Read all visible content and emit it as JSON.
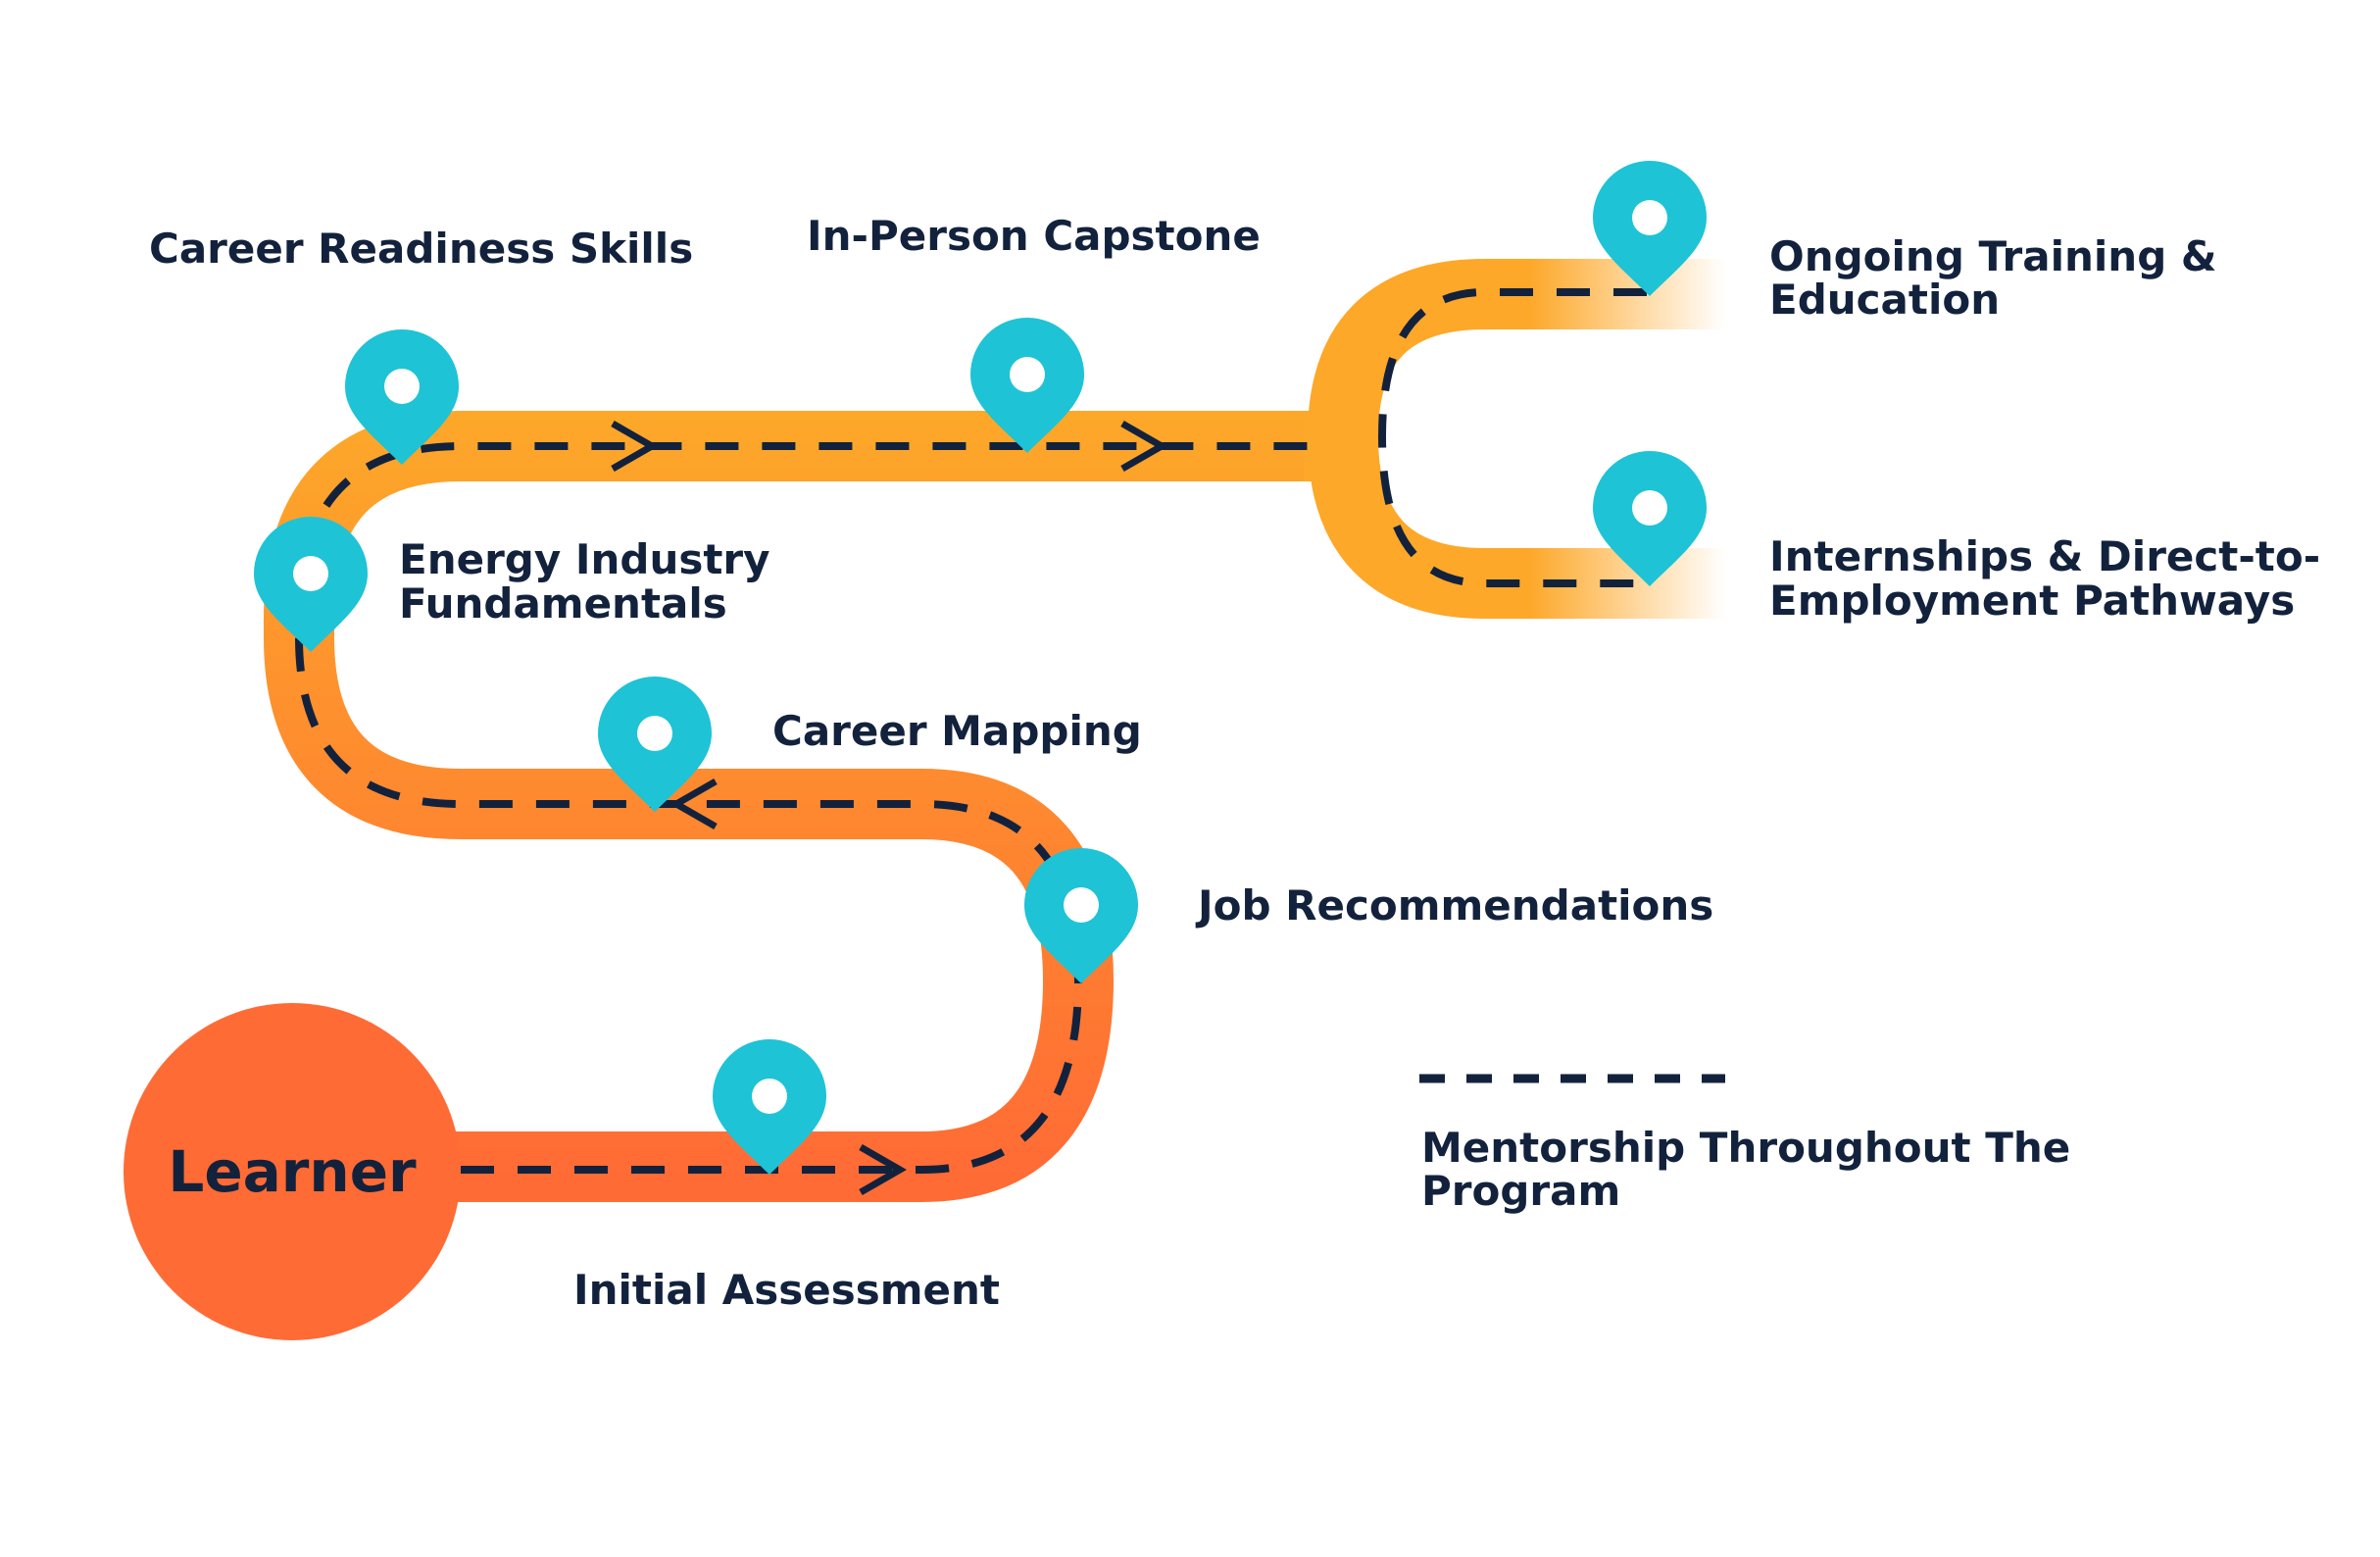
{
  "learner_label": "Learner",
  "legend": {
    "label_line1": "Mentorship Throughout The",
    "label_line2": "Program"
  },
  "stops": {
    "initial_assessment": "Initial Assessment",
    "job_recommendations": "Job Recommendations",
    "career_mapping": "Career Mapping",
    "energy_industry_1": "Energy Industry",
    "energy_industry_2": "Fundamentals",
    "career_readiness": "Career Readiness Skills",
    "capstone": "In-Person Capstone",
    "ongoing_1": "Ongoing Training &",
    "ongoing_2": "Education",
    "internships_1": "Internships & Direct-to-",
    "internships_2": "Employment Pathways"
  },
  "colors": {
    "road_start": "#ff6b35",
    "road_end": "#fda829",
    "pin": "#1ec3d6",
    "text": "#13223c",
    "dash": "#13223c"
  },
  "icons": [
    "location-pin-icon",
    "arrow-icon"
  ]
}
